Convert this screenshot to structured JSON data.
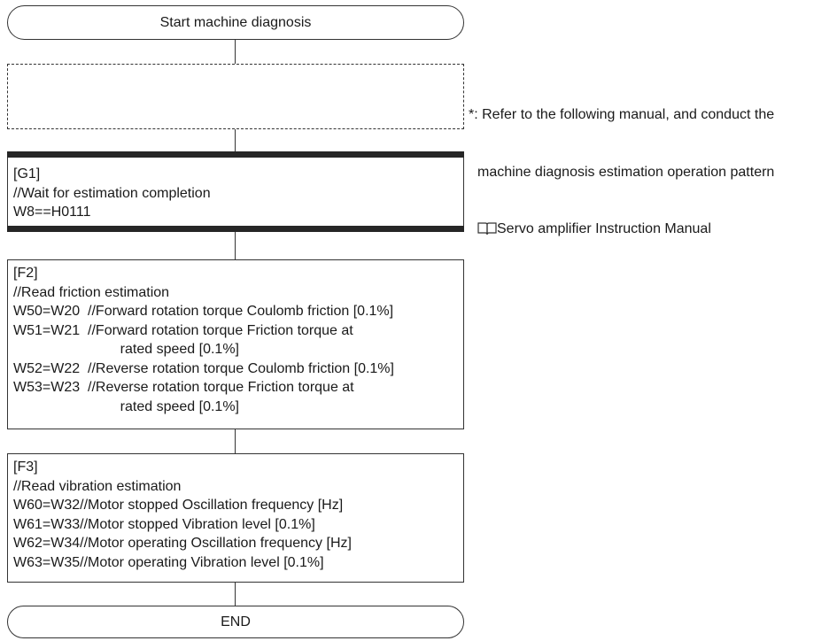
{
  "start": {
    "label": "Start machine diagnosis"
  },
  "note": {
    "marker": "*:",
    "lines": [
      "Refer to the following manual, and conduct the",
      "machine diagnosis estimation operation pattern",
      "Servo amplifier Instruction Manual"
    ],
    "icon": "manual-book-icon"
  },
  "g1": {
    "lines": [
      "[G1]",
      "//Wait for estimation completion",
      "W8==H0111"
    ]
  },
  "f2": {
    "lines": [
      "[F2]",
      "//Read friction estimation",
      "W50=W20  //Forward rotation torque Coulomb friction [0.1%]",
      "W51=W21  //Forward rotation torque Friction torque at",
      "               rated speed [0.1%]",
      "W52=W22  //Reverse rotation torque Coulomb friction [0.1%]",
      "W53=W23  //Reverse rotation torque Friction torque at",
      "               rated speed [0.1%]"
    ]
  },
  "f3": {
    "lines": [
      "[F3]",
      "//Read vibration estimation",
      "W60=W32//Motor stopped Oscillation frequency [Hz]",
      "W61=W33//Motor stopped Vibration level [0.1%]",
      "W62=W34//Motor operating Oscillation frequency [Hz]",
      "W63=W35//Motor operating Vibration level [0.1%]"
    ]
  },
  "end": {
    "label": "END"
  }
}
